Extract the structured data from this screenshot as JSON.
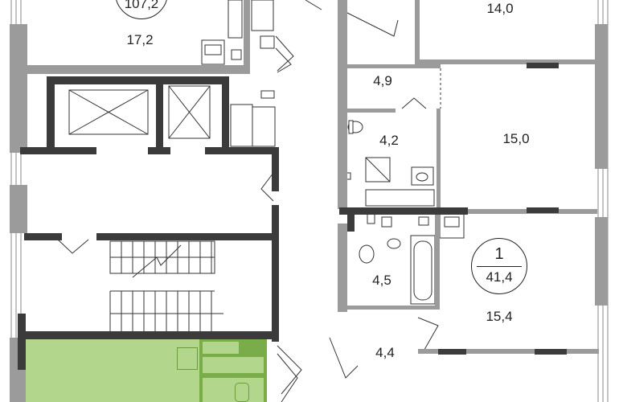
{
  "plan": {
    "highlight_color": "#b2d68c",
    "highlight_dark_color": "#7aad4a",
    "rooms": [
      {
        "id": "top-left-room",
        "area": "17,2"
      },
      {
        "id": "top-right-room",
        "area": "14,0"
      },
      {
        "id": "hall-upper",
        "area": "4,9"
      },
      {
        "id": "bath-upper",
        "area": "4,2"
      },
      {
        "id": "room-mid-right",
        "area": "15,0"
      },
      {
        "id": "bath-lower",
        "area": "4,5"
      },
      {
        "id": "room-lower-right",
        "area": "15,4"
      },
      {
        "id": "hall-lower",
        "area": "4,4"
      }
    ],
    "badges": [
      {
        "id": "top-left-apartment",
        "rooms": "",
        "area": "107,2"
      },
      {
        "id": "one-room-apartment",
        "rooms": "1",
        "area": "41,4"
      }
    ]
  }
}
